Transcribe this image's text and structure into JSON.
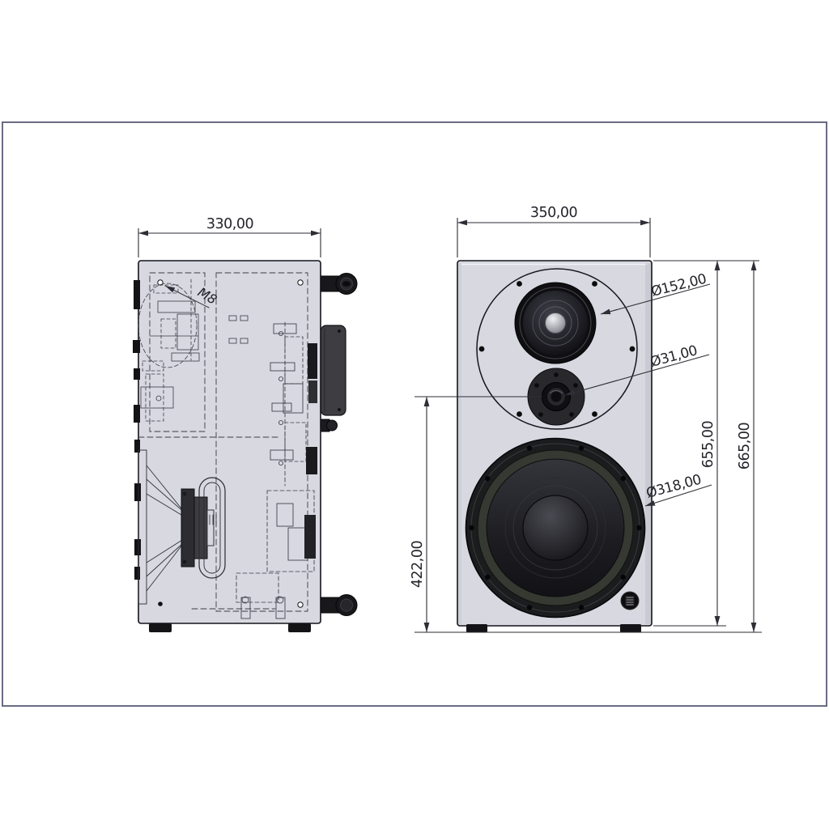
{
  "drawing": {
    "side_view": {
      "width_dim": "330,00",
      "thread_callout": "M8"
    },
    "front_view": {
      "width_dim": "350,00",
      "midrange_diameter": "Ø152,00",
      "tweeter_diameter": "Ø31,00",
      "woofer_diameter": "Ø318,00",
      "cabinet_height": "655,00",
      "total_height": "665,00",
      "tweeter_axis_height": "422,00"
    },
    "colors": {
      "sheet_frame": "#5b5b77",
      "cabinet_fill": "#d7d8e0",
      "outline": "#14141a",
      "dimension_line": "#2e2e36",
      "driver_dark": "#101013",
      "woofer_surround": "#363931"
    }
  }
}
